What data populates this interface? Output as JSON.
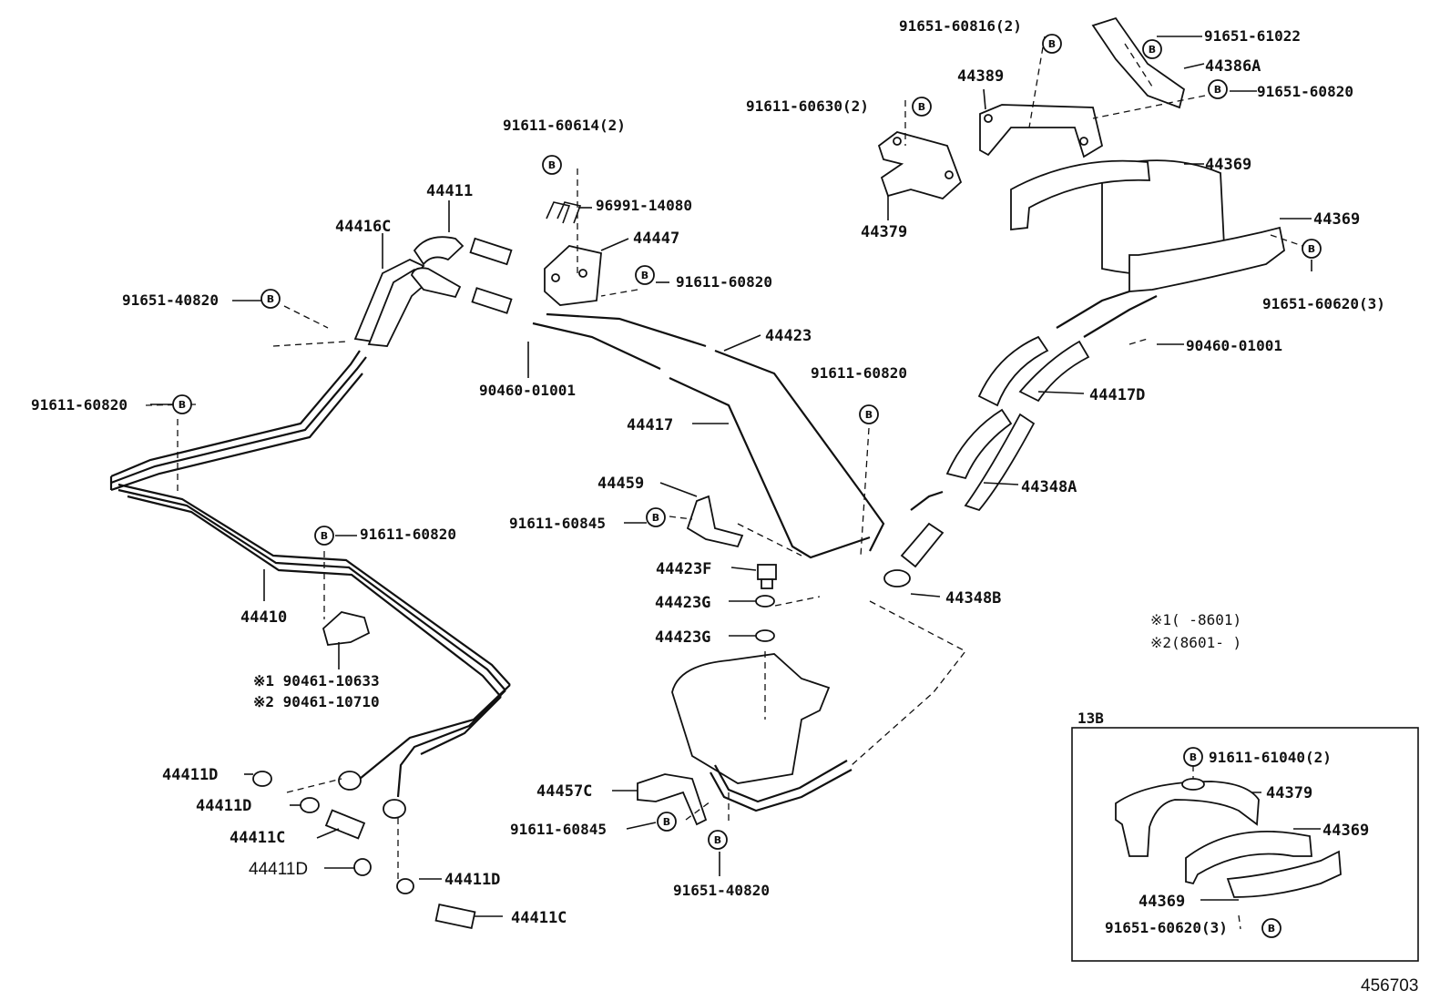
{
  "labels": {
    "p91651_60816": "91651-60816(2)",
    "p91651_61022": "91651-61022",
    "p44386A": "44386A",
    "p44389": "44389",
    "p91651_60820_top": "91651-60820",
    "p91611_60630": "91611-60630(2)",
    "p91611_60614": "91611-60614(2)",
    "p44369_a": "44369",
    "p44369_b": "44369",
    "p44411": "44411",
    "p96991_14080": "96991-14080",
    "p44416C": "44416C",
    "p44447": "44447",
    "p44379": "44379",
    "p91611_60820_a": "91611-60820",
    "p91651_40820_a": "91651-40820",
    "p91651_60620_a": "91651-60620(3)",
    "p44423": "44423",
    "p90460_01001_b": "90460-01001",
    "p91611_60820_b": "91611-60820",
    "p44417D": "44417D",
    "p90460_01001_a": "90460-01001",
    "p91611_60820_c": "91611-60820",
    "p44417": "44417",
    "p44459": "44459",
    "p44348A": "44348A",
    "p91611_60845_a": "91611-60845",
    "p91611_60820_d": "91611-60820",
    "p44423F": "44423F",
    "p44348B": "44348B",
    "p44423G_a": "44423G",
    "note1": "※1(      -8601)",
    "note2": "※2(8601-      )",
    "p44410": "44410",
    "p44423G_b": "44423G",
    "p90461_10633": "※1 90461-10633",
    "p90461_10710": "※2 90461-10710",
    "inset_title": "13B",
    "p91611_61040": "91611-61040(2)",
    "p44411D_a": "44411D",
    "p44457C": "44457C",
    "inset_44379": "44379",
    "p44411D_b": "44411D",
    "p91611_60845_b": "91611-60845",
    "inset_44369_a": "44369",
    "p44411C_a": "44411C",
    "p44411D_c": "44411D",
    "p44411D_d": "44411D",
    "p91651_40820_b": "91651-40820",
    "inset_44369_b": "44369",
    "inset_91651_60620": "91651-60620(3)",
    "p44411C_b": "44411C",
    "figure_number": "456703"
  },
  "bolt_marker": "B"
}
